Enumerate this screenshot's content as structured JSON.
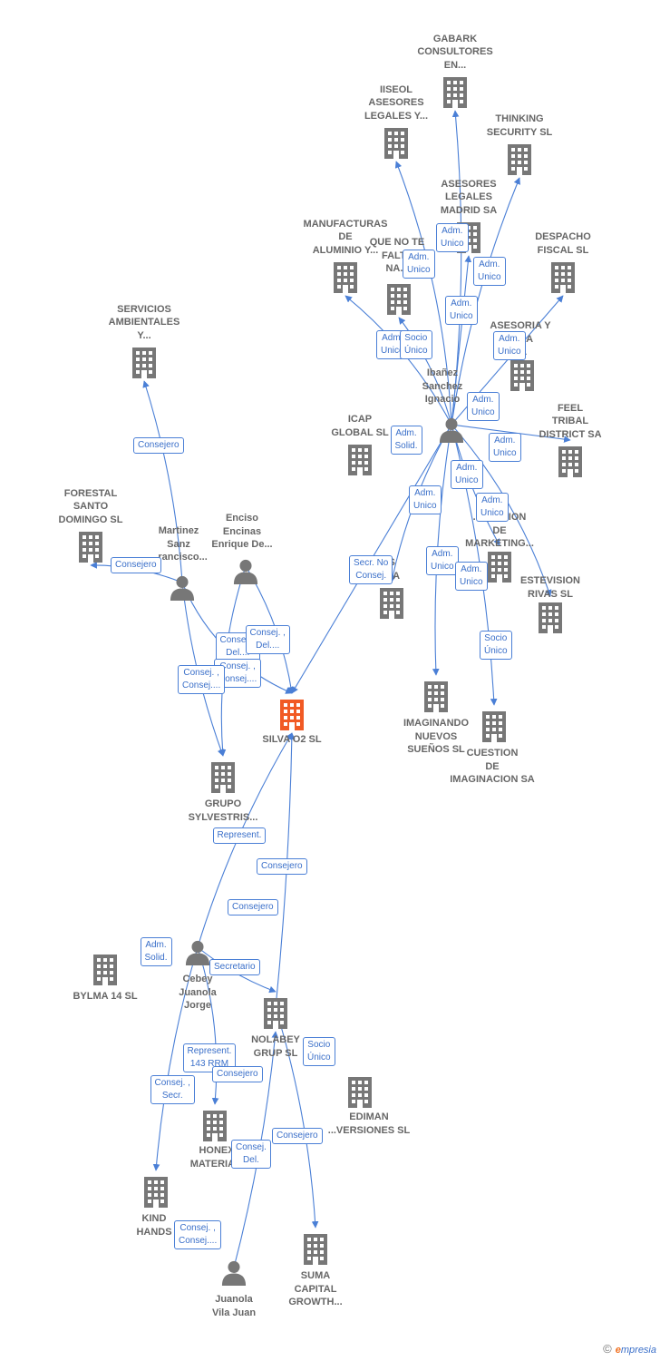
{
  "colors": {
    "edge": "#4a7fd6",
    "node": "#777777",
    "main": "#f15a24",
    "label": "#666666"
  },
  "nodes": [
    {
      "id": "gabark",
      "type": "company",
      "label": "GABARK\nCONSULTORES\nEN..."
    },
    {
      "id": "iiseol",
      "type": "company",
      "label": "IISEOL\nASESORES\nLEGALES Y..."
    },
    {
      "id": "thinking",
      "type": "company",
      "label": "THINKING\nSECURITY SL"
    },
    {
      "id": "asesores_madrid",
      "type": "company",
      "label": "ASESORES\nLEGALES\nMADRID SA"
    },
    {
      "id": "manufacturas",
      "type": "company",
      "label": "MANUFACTURAS\nDE\nALUMINIO Y..."
    },
    {
      "id": "que_no_te",
      "type": "company",
      "label": "QUE NO TE\nFALTE\nNA..."
    },
    {
      "id": "despacho",
      "type": "company",
      "label": "DESPACHO\nFISCAL SL"
    },
    {
      "id": "asesoria",
      "type": "company",
      "label": "ASESORIA Y\n...RIA\nSL"
    },
    {
      "id": "servicios",
      "type": "company",
      "label": "SERVICIOS\nAMBIENTALES\nY..."
    },
    {
      "id": "icap",
      "type": "company",
      "label": "ICAP\nGLOBAL  SL"
    },
    {
      "id": "feel",
      "type": "company",
      "label": "FEEL\nTRIBAL\nDISTRICT SA"
    },
    {
      "id": "forestal",
      "type": "company",
      "label": "FORESTAL\nSANTO\nDOMINGO SL"
    },
    {
      "id": "gestion_mkt",
      "type": "company",
      "label": "...GESTION\nDE\nMARKETING..."
    },
    {
      "id": "estevision",
      "type": "company",
      "label": "ESTEVISION\nRIVAS SL"
    },
    {
      "id": "xres",
      "type": "company",
      "label": "...RES\n...ES SA"
    },
    {
      "id": "silva",
      "type": "main",
      "label": "SILVA O2  SL"
    },
    {
      "id": "imaginando",
      "type": "company",
      "label": "IMAGINANDO\nNUEVOS\nSUEÑOS  SL"
    },
    {
      "id": "cuestion",
      "type": "company",
      "label": "CUESTION\nDE\nIMAGINACION SA"
    },
    {
      "id": "grupo",
      "type": "company",
      "label": "GRUPO\nSYLVESTRIS..."
    },
    {
      "id": "bylma",
      "type": "company",
      "label": "BYLMA 14  SL"
    },
    {
      "id": "nolabey",
      "type": "company",
      "label": "NOLABEY\nGRUP SL"
    },
    {
      "id": "ediman",
      "type": "company",
      "label": "EDIMAN\n...VERSIONES SL"
    },
    {
      "id": "honex",
      "type": "company",
      "label": "HONEX\nMATERIA..."
    },
    {
      "id": "kind",
      "type": "company",
      "label": "KIND\nHANDS"
    },
    {
      "id": "suma",
      "type": "company",
      "label": "SUMA\nCAPITAL\nGROWTH..."
    },
    {
      "id": "ibanez",
      "type": "person",
      "label": "Ibañez\nSanchez\nIgnacio"
    },
    {
      "id": "martinez",
      "type": "person",
      "label": "Martinez\nSanz\n...rancisco..."
    },
    {
      "id": "enciso",
      "type": "person",
      "label": "Enciso\nEncinas\nEnrique De..."
    },
    {
      "id": "cebey",
      "type": "person",
      "label": "Cebey\nJuanola\nJorge"
    },
    {
      "id": "juanola",
      "type": "person",
      "label": "Juanola\nVila Juan"
    }
  ],
  "edges": [
    {
      "from": "ibanez",
      "to": "gabark"
    },
    {
      "from": "ibanez",
      "to": "iiseol"
    },
    {
      "from": "ibanez",
      "to": "thinking"
    },
    {
      "from": "ibanez",
      "to": "asesores_madrid"
    },
    {
      "from": "ibanez",
      "to": "manufacturas"
    },
    {
      "from": "ibanez",
      "to": "que_no_te"
    },
    {
      "from": "ibanez",
      "to": "despacho"
    },
    {
      "from": "ibanez",
      "to": "feel"
    },
    {
      "from": "ibanez",
      "to": "gestion_mkt"
    },
    {
      "from": "ibanez",
      "to": "estevision"
    },
    {
      "from": "ibanez",
      "to": "xres"
    },
    {
      "from": "ibanez",
      "to": "imaginando"
    },
    {
      "from": "ibanez",
      "to": "cuestion"
    },
    {
      "from": "ibanez",
      "to": "silva"
    },
    {
      "from": "martinez",
      "to": "servicios"
    },
    {
      "from": "martinez",
      "to": "forestal"
    },
    {
      "from": "martinez",
      "to": "silva"
    },
    {
      "from": "martinez",
      "to": "grupo"
    },
    {
      "from": "enciso",
      "to": "silva"
    },
    {
      "from": "enciso",
      "to": "grupo"
    },
    {
      "from": "cebey",
      "to": "silva"
    },
    {
      "from": "cebey",
      "to": "nolabey"
    },
    {
      "from": "cebey",
      "to": "honex"
    },
    {
      "from": "cebey",
      "to": "kind"
    },
    {
      "from": "nolabey",
      "to": "silva"
    },
    {
      "from": "nolabey",
      "to": "suma"
    },
    {
      "from": "juanola",
      "to": "nolabey"
    }
  ],
  "edge_labels": [
    {
      "text": "Adm.\nUnico"
    },
    {
      "text": "Adm.\nUnico"
    },
    {
      "text": "Adm.\nUnico"
    },
    {
      "text": "Adm.\nUnico"
    },
    {
      "text": "Adm.\nUnico"
    },
    {
      "text": "Socio\nÚnico"
    },
    {
      "text": "Adm.\nUnico"
    },
    {
      "text": "Adm.\nUnico"
    },
    {
      "text": "Adm.\nSolid."
    },
    {
      "text": "Adm.\nUnico"
    },
    {
      "text": "Adm.\nUnico"
    },
    {
      "text": "Adm.\nUnico"
    },
    {
      "text": "Adm.\nUnico"
    },
    {
      "text": "Adm.\nUnico"
    },
    {
      "text": "Adm.\nUnico"
    },
    {
      "text": "Secr.  No\nConsej."
    },
    {
      "text": "Socio\nÚnico"
    },
    {
      "text": "Consejero"
    },
    {
      "text": "Consejero"
    },
    {
      "text": "Consej. ,\nDel...."
    },
    {
      "text": "Consej. ,\nDel...."
    },
    {
      "text": "Consej. ,\nConsej...."
    },
    {
      "text": "Consej. ,\nConsej...."
    },
    {
      "text": "Represent."
    },
    {
      "text": "Consejero"
    },
    {
      "text": "Consejero"
    },
    {
      "text": "Adm.\nSolid."
    },
    {
      "text": "Secretario"
    },
    {
      "text": "Represent.\n143 RRM"
    },
    {
      "text": "Consejero"
    },
    {
      "text": "Socio\nÚnico"
    },
    {
      "text": "Consej. ,\nSecr."
    },
    {
      "text": "Consej.\nDel."
    },
    {
      "text": "Consejero"
    },
    {
      "text": "Consej. ,\nConsej...."
    }
  ],
  "footer": {
    "copyright": "©",
    "brand_initial": "e",
    "brand_rest": "mpresia"
  }
}
